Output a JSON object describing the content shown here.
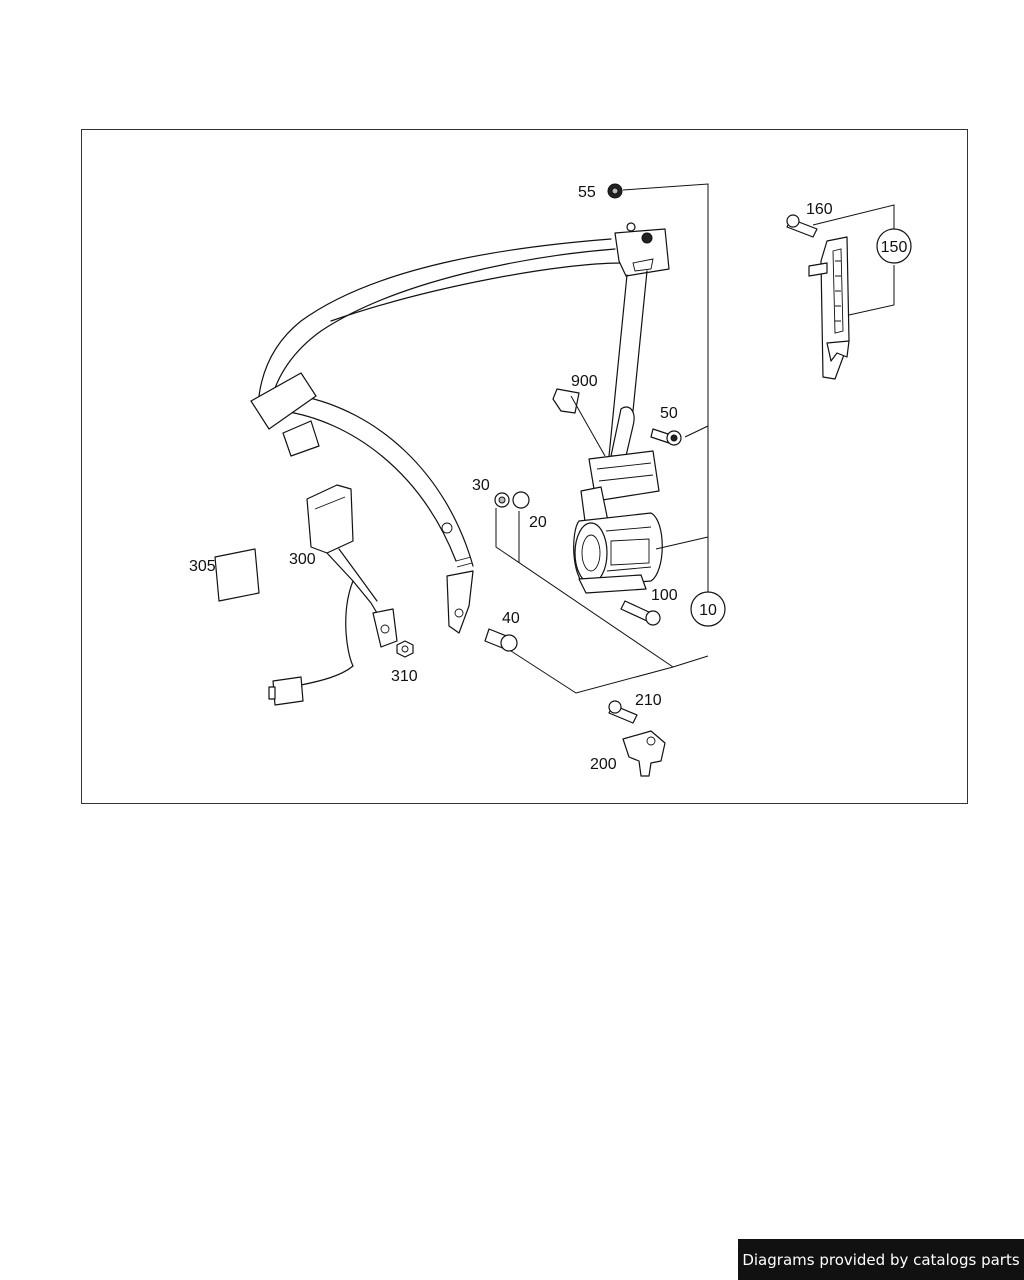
{
  "diagram": {
    "parts": [
      {
        "id": "55",
        "label": "55",
        "icon": "bolt-icon"
      },
      {
        "id": "160",
        "label": "160",
        "icon": "bolt-icon"
      },
      {
        "id": "150",
        "label": "150",
        "icon": "height-adjuster-icon"
      },
      {
        "id": "900",
        "label": "900",
        "icon": "label-tag-icon"
      },
      {
        "id": "50",
        "label": "50",
        "icon": "bolt-icon"
      },
      {
        "id": "30",
        "label": "30",
        "icon": "washer-icon"
      },
      {
        "id": "20",
        "label": "20",
        "icon": "cap-icon"
      },
      {
        "id": "300",
        "label": "300",
        "icon": "buckle-icon"
      },
      {
        "id": "305",
        "label": "305",
        "icon": "label-card-icon"
      },
      {
        "id": "100",
        "label": "100",
        "icon": "bolt-icon"
      },
      {
        "id": "10",
        "label": "10",
        "icon": "seat-belt-retractor-icon"
      },
      {
        "id": "40",
        "label": "40",
        "icon": "bolt-icon"
      },
      {
        "id": "310",
        "label": "310",
        "icon": "nut-icon"
      },
      {
        "id": "210",
        "label": "210",
        "icon": "bolt-icon"
      },
      {
        "id": "200",
        "label": "200",
        "icon": "bracket-icon"
      }
    ]
  },
  "footer": {
    "credit": "Diagrams provided by catalogs parts"
  }
}
